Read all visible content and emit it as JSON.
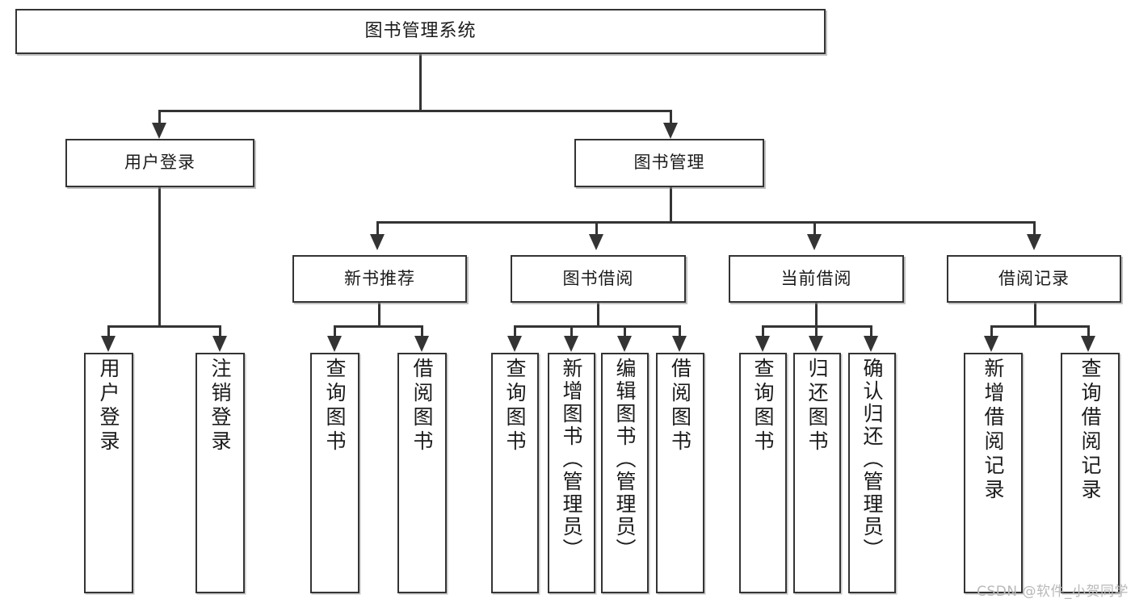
{
  "diagram": {
    "type": "tree",
    "title": "图书管理系统",
    "colors": {
      "box_border": "#343434",
      "box_fill": "#ffffff",
      "connector": "#343434",
      "text": "#1b1b1b",
      "watermark": "#b9b9b9",
      "background": "#ffffff"
    },
    "root": {
      "label": "图书管理系统"
    },
    "level2": [
      {
        "label": "用户登录"
      },
      {
        "label": "图书管理"
      }
    ],
    "level3": [
      {
        "label": "新书推荐"
      },
      {
        "label": "图书借阅"
      },
      {
        "label": "当前借阅"
      },
      {
        "label": "借阅记录"
      }
    ],
    "leaves": {
      "user_login": [
        {
          "label": "用户登录"
        },
        {
          "label": "注销登录"
        }
      ],
      "new_book": [
        {
          "label": "查询图书"
        },
        {
          "label": "借阅图书"
        }
      ],
      "book_borrow": [
        {
          "label": "查询图书"
        },
        {
          "label": "新增图书（管理员）"
        },
        {
          "label": "编辑图书（管理员）"
        },
        {
          "label": "借阅图书"
        }
      ],
      "current_borrow": [
        {
          "label": "查询图书"
        },
        {
          "label": "归还图书"
        },
        {
          "label": "确认归还（管理员）"
        }
      ],
      "borrow_record": [
        {
          "label": "新增借阅记录"
        },
        {
          "label": "查询借阅记录"
        }
      ]
    }
  },
  "watermark": {
    "text": "CSDN @软件_小贺同学"
  }
}
